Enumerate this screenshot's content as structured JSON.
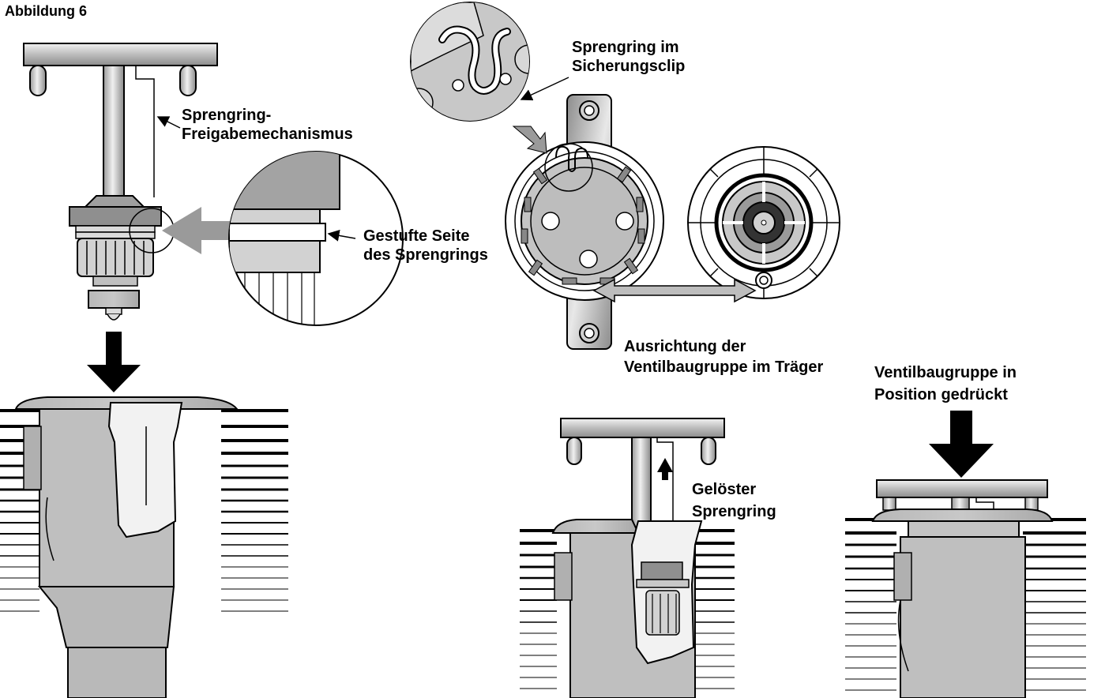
{
  "figure": {
    "title": "Abbildung 6"
  },
  "labels": {
    "release_mechanism": [
      "Sprengring-",
      "Freigabemechanismus"
    ],
    "stepped_side": [
      "Gestufte Seite",
      "des Sprengrings"
    ],
    "snap_ring_clip": [
      "Sprengring im",
      "Sicherungsclip"
    ],
    "alignment": [
      "Ausrichtung der",
      "Ventilbaugruppe im Träger"
    ],
    "pressed_in": [
      "Ventilbaugruppe in",
      "Position gedrückt"
    ],
    "released_ring": [
      "Gelöster",
      "Sprengring"
    ]
  },
  "colors": {
    "metal_light": "#e6e6e6",
    "metal_mid": "#bdbdbd",
    "metal_dark": "#8f8f8f",
    "outline": "#000000",
    "arrow_gray": "#9a9a9a"
  }
}
